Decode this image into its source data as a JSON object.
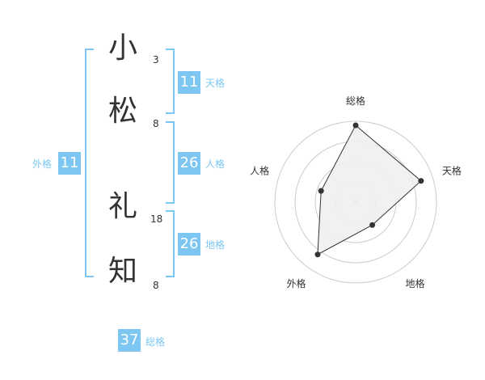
{
  "name": {
    "chars": [
      {
        "char": "小",
        "strokes": "3"
      },
      {
        "char": "松",
        "strokes": "8"
      },
      {
        "char": "礼",
        "strokes": "18"
      },
      {
        "char": "知",
        "strokes": "8"
      }
    ]
  },
  "fortunes": {
    "tenkaku": {
      "value": "11",
      "label": "天格"
    },
    "jinkaku": {
      "value": "26",
      "label": "人格"
    },
    "chikaku": {
      "value": "26",
      "label": "地格"
    },
    "gaikaku": {
      "value": "11",
      "label": "外格"
    },
    "soukaku": {
      "value": "37",
      "label": "総格"
    }
  },
  "chart_data": {
    "type": "radar",
    "axes": [
      "総格",
      "天格",
      "地格",
      "外格",
      "人格"
    ],
    "values": [
      0.95,
      0.85,
      0.35,
      0.8,
      0.45
    ],
    "scale_rings": 4,
    "colors": {
      "fill": "#efefef",
      "line": "#333333",
      "grid": "#cccccc"
    }
  }
}
